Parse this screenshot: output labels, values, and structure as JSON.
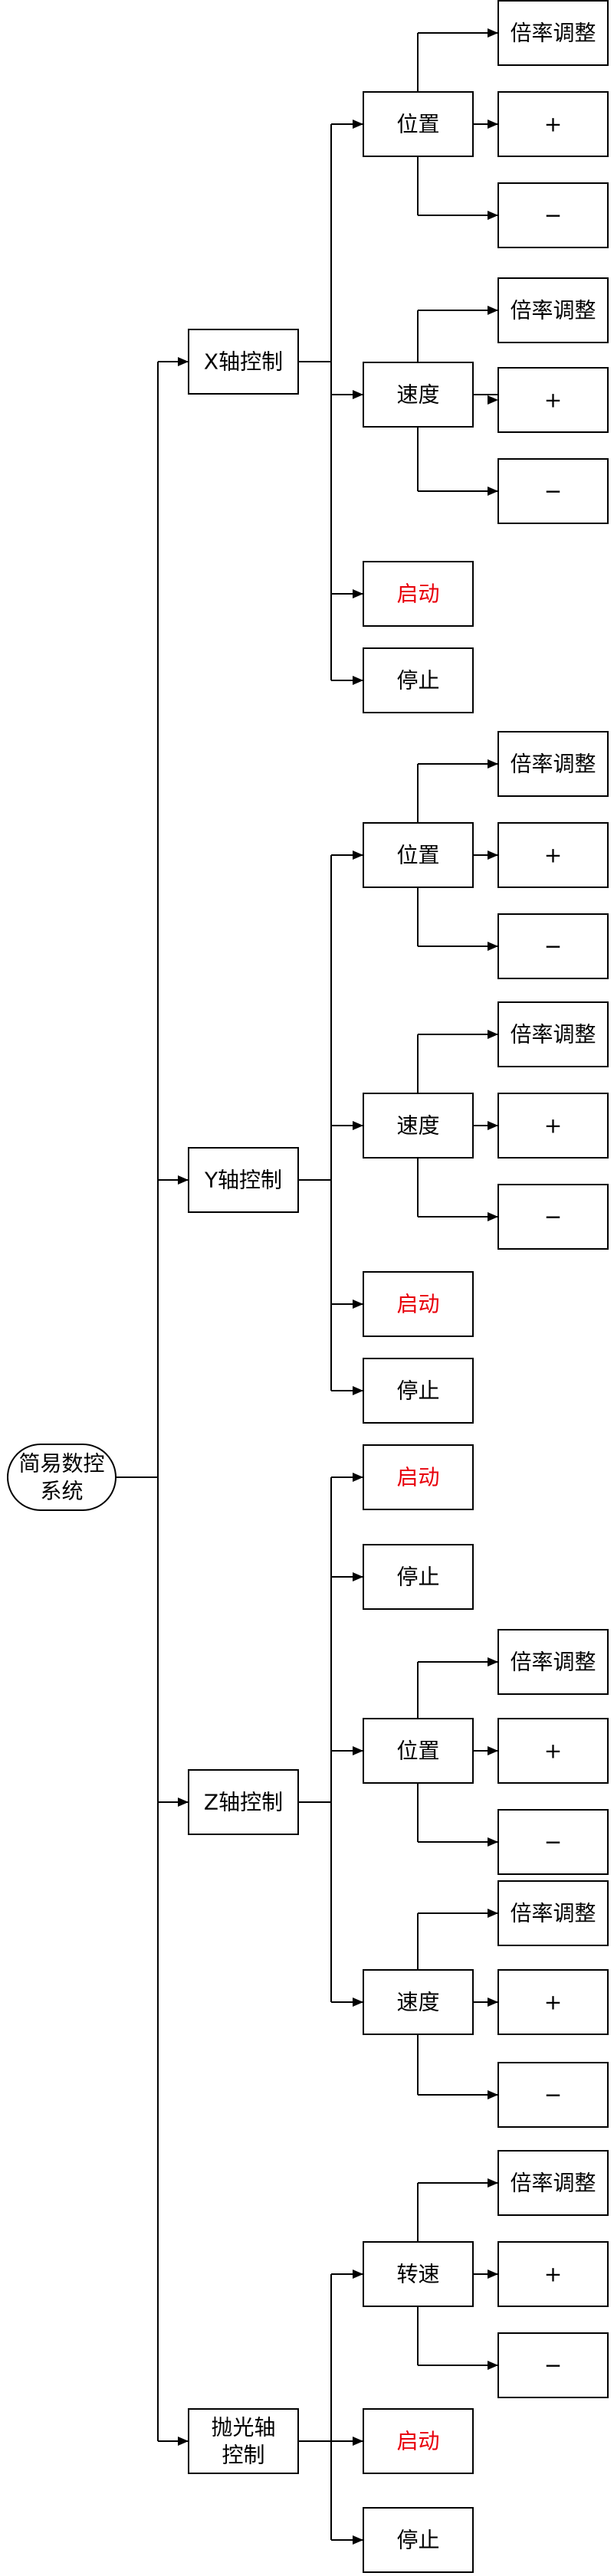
{
  "root": {
    "label_lines": [
      "简易数控",
      "系统"
    ]
  },
  "colors": {
    "start_text": "#e8000b",
    "line": "#000000"
  },
  "axes": [
    {
      "label": "X轴控制",
      "items": [
        {
          "label": "位置",
          "children": [
            "倍率调整",
            "+",
            "−"
          ]
        },
        {
          "label": "速度",
          "children": [
            "倍率调整",
            "+",
            "−"
          ]
        },
        {
          "label": "启动",
          "style": "red"
        },
        {
          "label": "停止"
        }
      ]
    },
    {
      "label": "Y轴控制",
      "items": [
        {
          "label": "位置",
          "children": [
            "倍率调整",
            "+",
            "−"
          ]
        },
        {
          "label": "速度",
          "children": [
            "倍率调整",
            "+",
            "−"
          ]
        },
        {
          "label": "启动",
          "style": "red"
        },
        {
          "label": "停止"
        }
      ]
    },
    {
      "label": "Z轴控制",
      "items": [
        {
          "label": "启动",
          "style": "red"
        },
        {
          "label": "停止"
        },
        {
          "label": "位置",
          "children": [
            "倍率调整",
            "+",
            "−"
          ]
        },
        {
          "label": "速度",
          "children": [
            "倍率调整",
            "+",
            "−"
          ]
        }
      ]
    },
    {
      "label_lines": [
        "抛光轴",
        "控制"
      ],
      "items": [
        {
          "label": "转速",
          "children": [
            "倍率调整",
            "+",
            "−"
          ]
        },
        {
          "label": "启动",
          "style": "red"
        },
        {
          "label": "停止"
        }
      ]
    }
  ]
}
